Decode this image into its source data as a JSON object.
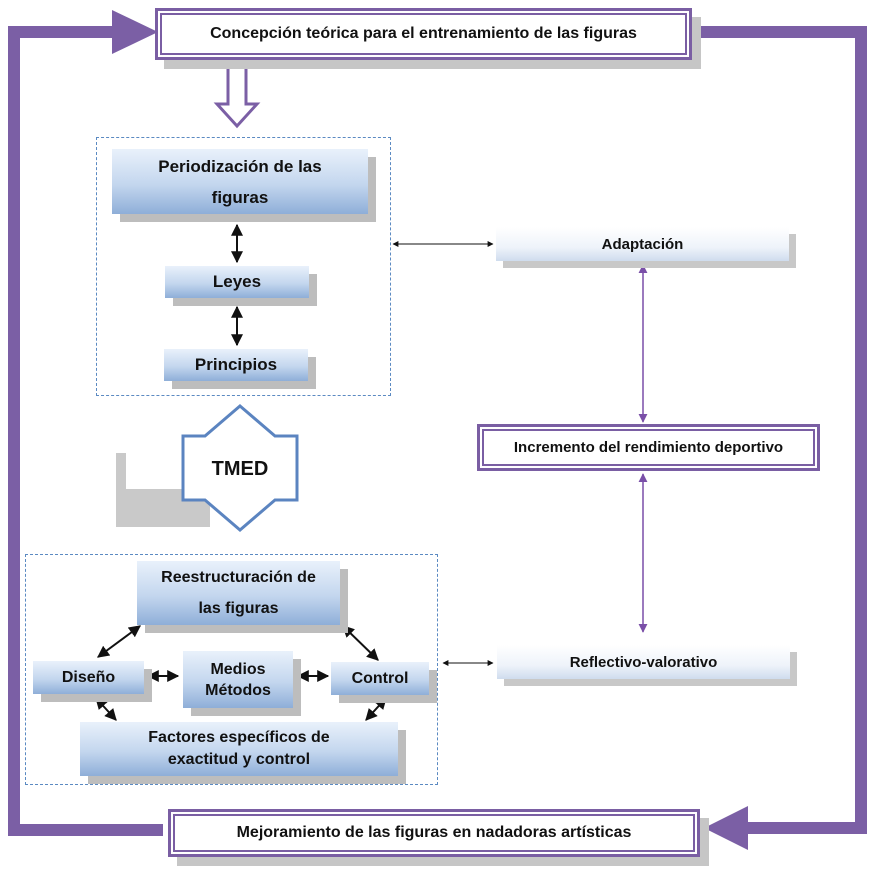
{
  "title_box": "Concepción teórica para el entrenamiento de las figuras",
  "group_top": {
    "periodizacion": [
      "Periodización de las",
      "figuras"
    ],
    "leyes": "Leyes",
    "principios": "Principios"
  },
  "adaptacion": "Adaptación",
  "incremento": "Incremento del rendimiento deportivo",
  "tmed": "TMED",
  "group_bottom": {
    "reestructuracion": [
      "Reestructuración de",
      "las figuras"
    ],
    "diseno": "Diseño",
    "medios_metodos": [
      "Medios",
      "Métodos"
    ],
    "control": "Control",
    "factores": [
      "Factores específicos de",
      "exactitud y control"
    ]
  },
  "reflectivo": "Reflectivo-valorativo",
  "mejoramiento": "Mejoramiento de las figuras en nadadoras artísticas",
  "colors": {
    "loop": "#7b5fa5",
    "dash": "#5b8ac2",
    "tmed_outline": "#5b84c0"
  }
}
